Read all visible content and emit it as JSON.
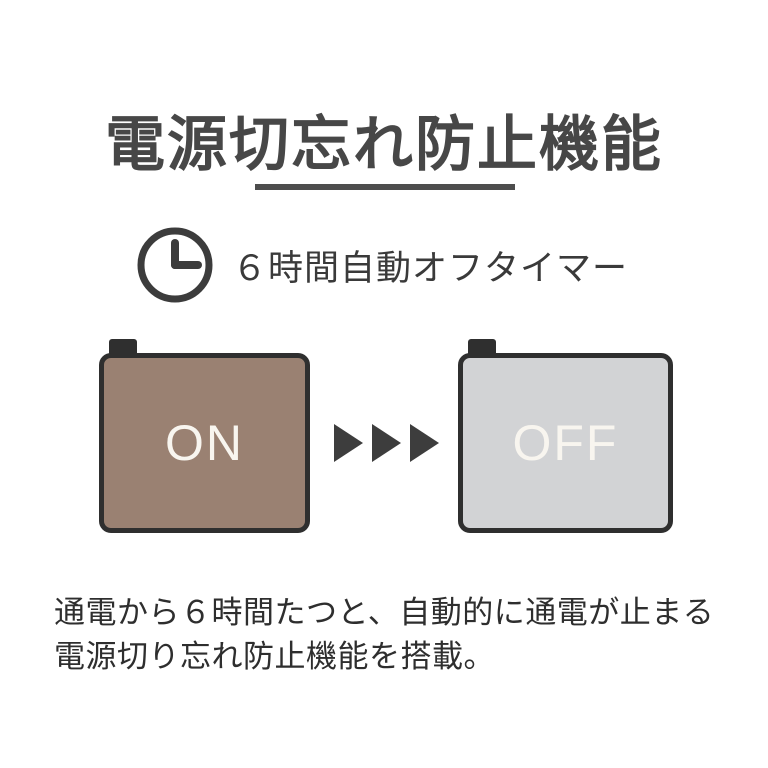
{
  "title": {
    "text": "電源切忘れ防止機能"
  },
  "timer": {
    "icon": "clock-icon",
    "label": "６時間自動オフタイマー"
  },
  "diagram": {
    "on_box": {
      "label": "ON",
      "fill": "#9a8172"
    },
    "off_box": {
      "label": "OFF",
      "fill": "#d2d3d5"
    },
    "arrows": {
      "count": 3,
      "direction": "right",
      "color": "#3d3d3d"
    }
  },
  "description": {
    "line1": "通電から６時間たつと、自動的に通電が止まる",
    "line2": "電源切り忘れ防止機能を搭載。"
  },
  "colors": {
    "background": "#ffffff",
    "title_text": "#474747",
    "divider": "#4d4d4d",
    "box_border": "#2f2f2f",
    "box_label_text": "#f8f5ef",
    "body_text": "#2e2e2e"
  }
}
